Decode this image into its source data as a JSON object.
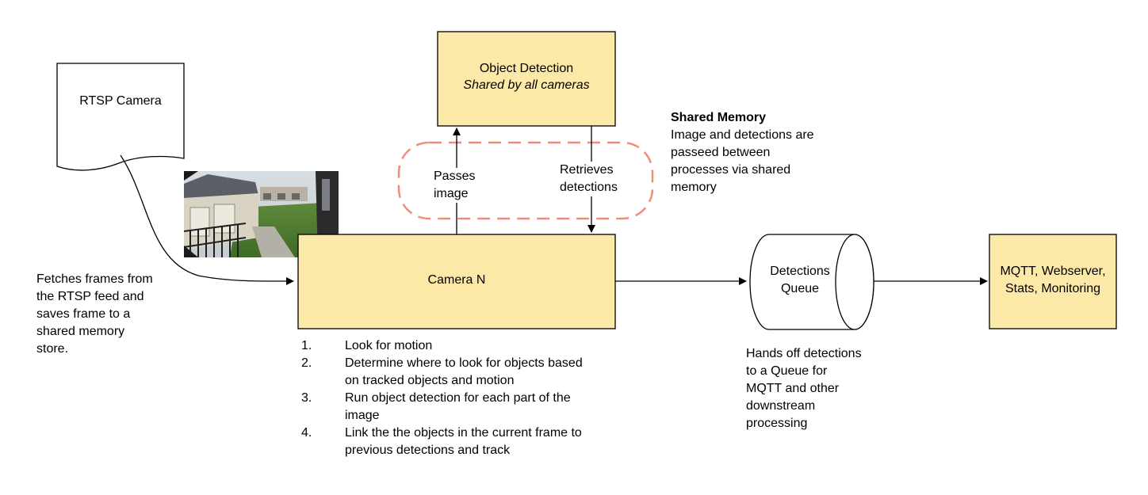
{
  "nodes": {
    "rtsp_camera": "RTSP Camera",
    "object_detection_title": "Object Detection",
    "object_detection_subtitle": "Shared by all cameras",
    "camera_n": "Camera N",
    "detections_queue_line1": "Detections",
    "detections_queue_line2": "Queue",
    "outputs_line1": "MQTT, Webserver,",
    "outputs_line2": "Stats, Monitoring"
  },
  "edges": {
    "passes_line1": "Passes",
    "passes_line2": "image",
    "retrieves_line1": "Retrieves",
    "retrieves_line2": "detections"
  },
  "notes": {
    "shared_memory_title": "Shared Memory",
    "shared_memory_lines": [
      "Image and detections are",
      "passeed between",
      "processes via shared",
      "memory"
    ],
    "fetch_lines": [
      "Fetches frames from",
      "the RTSP feed and",
      "saves frame to a",
      "shared memory",
      "store."
    ],
    "handoff_lines": [
      "Hands off detections",
      "to a Queue for",
      "MQTT and other",
      "downstream",
      "processing"
    ]
  },
  "steps": [
    {
      "num": "1.",
      "text": "Look for motion"
    },
    {
      "num": "2.",
      "text": "Determine where to look for objects based on tracked objects and motion"
    },
    {
      "num": "3.",
      "text": "Run object detection for each part of the image"
    },
    {
      "num": "4.",
      "text": "Link the the objects in the current frame to previous detections and track"
    }
  ],
  "colors": {
    "node_fill": "#fde9a7",
    "stroke": "#000000",
    "dashed_region": "#f28b7d"
  },
  "icons": {
    "camera_snapshot": "camera-frame-image"
  }
}
